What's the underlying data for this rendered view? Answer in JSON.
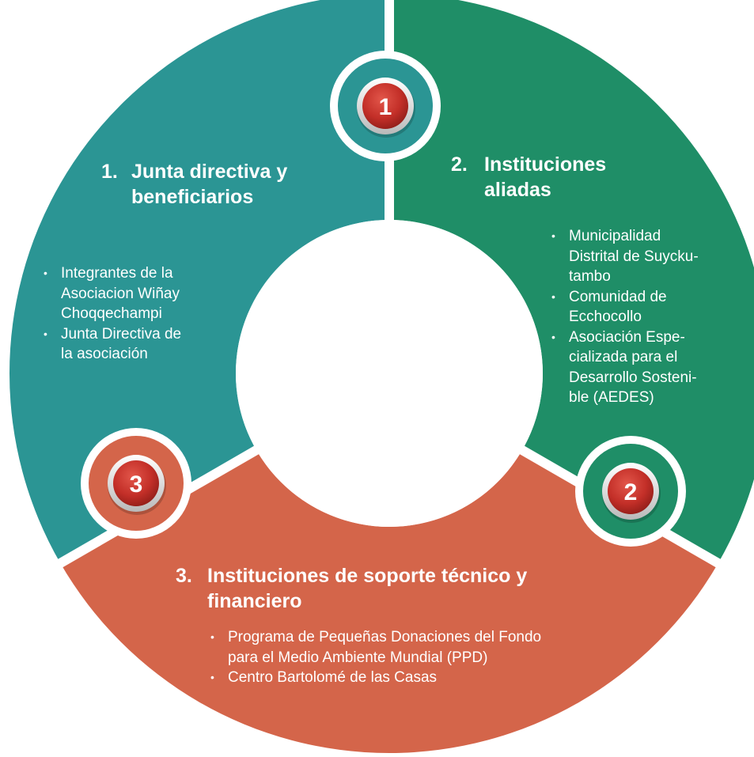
{
  "colors": {
    "segment_1": "#2b9594",
    "segment_2": "#1f8e67",
    "segment_3": "#d4654a",
    "badge": "#c9302c",
    "text": "#ffffff"
  },
  "segments": [
    {
      "badge": "1",
      "number": "1.",
      "title_lines": [
        "Junta directiva y",
        "beneficiarios"
      ],
      "items": [
        {
          "lines": [
            "Integrantes de la",
            "Asociacion  Wiñay",
            "Choqqechampi"
          ]
        },
        {
          "lines": [
            "Junta Directiva de",
            "la asociación"
          ]
        }
      ]
    },
    {
      "badge": "2",
      "number": "2.",
      "title_lines": [
        "Instituciones",
        "aliadas"
      ],
      "items": [
        {
          "lines": [
            "Municipalidad",
            "Distrital de Suycku-",
            "tambo"
          ]
        },
        {
          "lines": [
            "Comunidad de",
            "Ecchocollo"
          ]
        },
        {
          "lines": [
            "Asociación Espe-",
            "cializada para el",
            "Desarrollo Sosteni-",
            "ble (AEDES)"
          ]
        }
      ]
    },
    {
      "badge": "3",
      "number": "3.",
      "title_lines": [
        "Instituciones  de soporte técnico y",
        "financiero"
      ],
      "items": [
        {
          "lines": [
            "Programa de Pequeñas Donaciones del Fondo",
            "para el Medio Ambiente Mundial (PPD)"
          ]
        },
        {
          "lines": [
            "Centro Bartolomé de las Casas"
          ]
        }
      ]
    }
  ],
  "bullet": "•"
}
